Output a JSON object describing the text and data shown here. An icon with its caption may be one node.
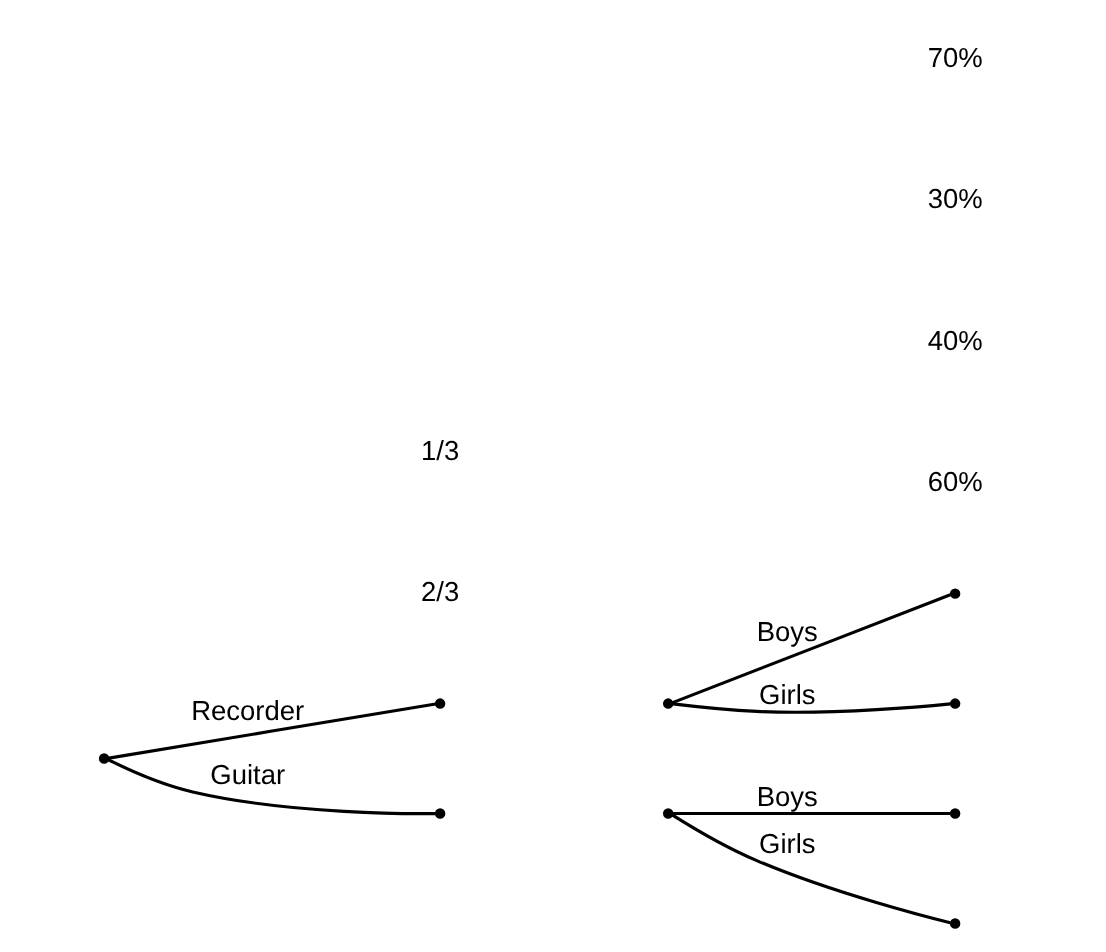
{
  "diagram": {
    "nodes": [
      {
        "text": [],
        "shape": "point"
      },
      {
        "text": [],
        "shape": "point"
      },
      {
        "text": [],
        "shape": "point"
      },
      {
        "text": [],
        "shape": "point"
      },
      {
        "text": [],
        "shape": "point"
      },
      {
        "text": [],
        "shape": "point"
      },
      {
        "text": [],
        "shape": "point"
      },
      {
        "text": [],
        "shape": "point"
      },
      {
        "text": [],
        "shape": "point"
      }
    ],
    "edges": [
      {
        "from": 0,
        "to": 1,
        "arrow": "none",
        "label": "Recorder"
      },
      {
        "from": 0,
        "to": 2,
        "arrow": "none",
        "label": "Guitar"
      },
      {
        "from": 3,
        "to": 4,
        "arrow": "none",
        "label": "Boys"
      },
      {
        "from": 3,
        "to": 5,
        "arrow": "none",
        "label": "Girls"
      },
      {
        "from": 6,
        "to": 7,
        "arrow": "none",
        "label": "Boys"
      },
      {
        "from": 6,
        "to": 8,
        "arrow": "none",
        "label": "Girls"
      }
    ],
    "labels": [
      "60%",
      "2/3",
      "40%",
      "30%",
      "1/3",
      "70%"
    ]
  }
}
